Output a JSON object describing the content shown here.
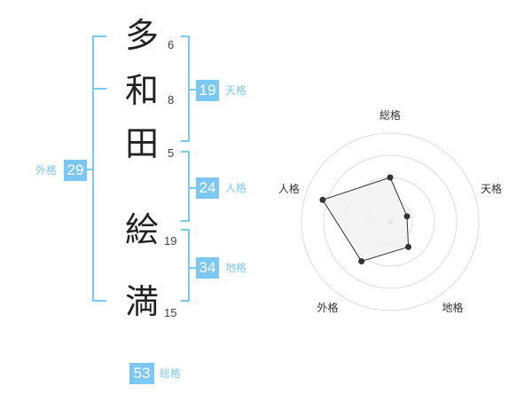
{
  "name_chars": [
    {
      "char": "多",
      "strokes": "6"
    },
    {
      "char": "和",
      "strokes": "8"
    },
    {
      "char": "田",
      "strokes": "5"
    },
    {
      "char": "絵",
      "strokes": "19"
    },
    {
      "char": "満",
      "strokes": "15"
    }
  ],
  "fortune": {
    "tenkaku": {
      "value": "19",
      "label": "天格"
    },
    "jinkaku": {
      "value": "24",
      "label": "人格"
    },
    "chikaku": {
      "value": "34",
      "label": "地格"
    },
    "gaikaku": {
      "value": "29",
      "label": "外格"
    },
    "soukaku": {
      "value": "53",
      "label": "総格"
    }
  },
  "radar": {
    "axes": [
      "総格",
      "天格",
      "地格",
      "外格",
      "人格"
    ],
    "values": [
      0.5,
      0.2,
      0.35,
      0.55,
      0.8
    ],
    "colors": {
      "ring": "#dddddd",
      "fill": "#f2f2f2",
      "line": "#333333",
      "dot": "#333333",
      "center": "#bbbbbb"
    }
  }
}
